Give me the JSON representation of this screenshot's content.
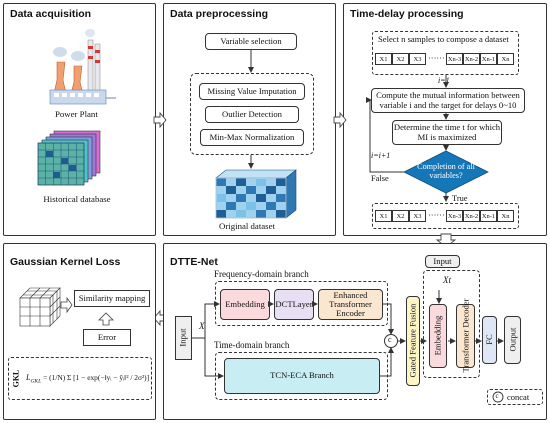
{
  "panels": {
    "acquisition": {
      "title": "Data acquisition",
      "plant_label": "Power Plant",
      "database_label": "Historical database"
    },
    "preprocessing": {
      "title": "Data preprocessing",
      "variable_selection": "Variable selection",
      "steps": [
        "Missing Value Imputation",
        "Outlier Detection",
        "Min-Max Normalization"
      ],
      "dataset_label": "Original dataset"
    },
    "timedelay": {
      "title": "Time-delay processing",
      "select_text": "Select n samples to compose a dataset",
      "cells_top": [
        "X1",
        "X2",
        "X3",
        "Xn-3",
        "Xn-2",
        "Xn-1",
        "Xn"
      ],
      "init_label": "i=1",
      "compute_text": "Compute the mutual information between variable i and the target for delays 0~10",
      "determine_text": "Determine the time t for which MI is maximized",
      "decision_text": "Completion of all variables?",
      "false_label": "False",
      "true_label": "True",
      "increment_label": "i=i+1",
      "cells_bottom": [
        "X1",
        "X2",
        "X3",
        "Xn-3",
        "Xn-2",
        "Xn-1",
        "Xn"
      ]
    },
    "gkl": {
      "title": "Gaussian Kernel Loss",
      "similarity": "Similarity mapping",
      "error": "Error",
      "tag": "GKL",
      "formula_lhs": "L",
      "formula_sub": "GKL",
      "formula_rhs": "= (1/N) Σ [1 − exp(−‖yᵢ − ŷᵢ‖² / 2σ²)]"
    },
    "dtte": {
      "title": "DTTE-Net",
      "freq_branch": "Frequency-domain branch",
      "time_branch": "Time-domain branch",
      "input_label": "Input",
      "x_label": "X",
      "embedding": "Embedding",
      "dct_layer": "DCTLayer",
      "enhanced_encoder": "Enhanced Transformer Encoder",
      "tcn_eca": "TCN-ECA Branch",
      "gated_fusion": "Gated Feature Fusion",
      "input2": "Input",
      "xt_label": "Xt",
      "embedding2": "Embedding",
      "decoder": "Transformer Decoder",
      "fc": "FC",
      "output": "Output",
      "concat_symbol": "c",
      "concat_legend": "concat"
    }
  }
}
